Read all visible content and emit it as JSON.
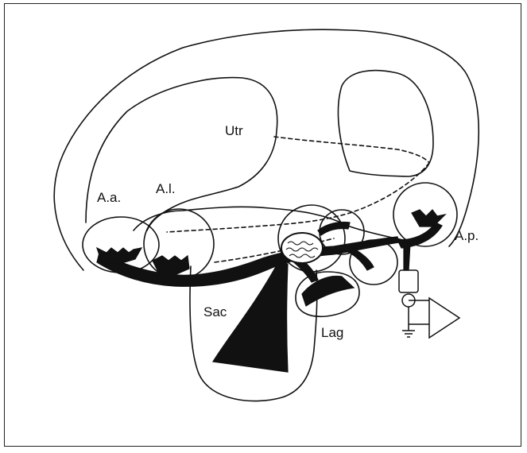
{
  "diagram": {
    "labels": {
      "aa": "A.a.",
      "al": "A.l.",
      "utr": "Utr",
      "ap": "A.p.",
      "sac": "Sac",
      "lag": "Lag"
    },
    "colors": {
      "stroke": "#111111",
      "fill": "#111111",
      "background": "#ffffff"
    }
  }
}
